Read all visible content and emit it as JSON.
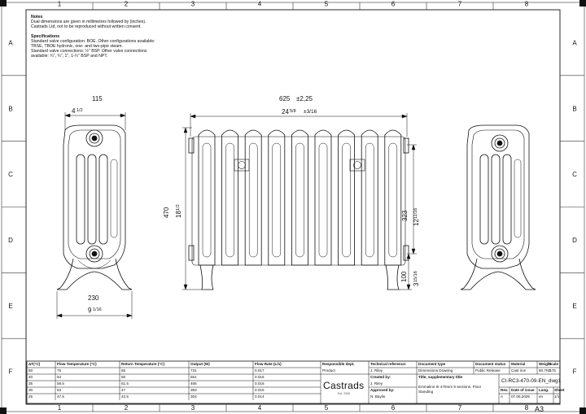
{
  "border": {
    "cols": [
      "1",
      "2",
      "3",
      "4",
      "5",
      "6",
      "7",
      "8"
    ],
    "rows": [
      "A",
      "B",
      "C",
      "D",
      "E",
      "F"
    ]
  },
  "notes": {
    "heading": "Notes",
    "lines": [
      "Dual dimensions are given in millimetres followed by (inches).",
      "Castrads Ltd, not to be reproduced without written consent."
    ],
    "spec_heading": "Specifications",
    "spec_lines": [
      "Standard valve configuration: BOE. Other configurations available:",
      "TBSE, TBOE hydronic, one- and two-pipe steam.",
      "Standard valve connections: ½\" BSP. Other valve connections",
      "available: ¼\", ¾\", 1\", 1-¼\" BSP and NPT."
    ]
  },
  "dimensions": {
    "side_width_mm": "115",
    "side_width_in_whole": "4",
    "side_width_in_frac": "1/2",
    "front_length_mm": "625",
    "front_length_tol_mm": "±2,25",
    "front_length_in_whole": "24",
    "front_length_in_frac": "5/8",
    "front_length_tol_in": "±3/16",
    "height_mm": "470",
    "height_in_whole": "18",
    "height_in_frac": "1/2",
    "centres_mm": "323",
    "centres_in_whole": "12",
    "centres_in_frac": "11/16",
    "floor_mm": "100",
    "floor_in_whole": "3",
    "floor_in_frac": "15/16",
    "depth_mm": "230",
    "depth_in_whole": "9",
    "depth_in_frac": "1/16"
  },
  "output_table": {
    "headers": [
      "ΔT(°C)",
      "Flow Temperature (°C)",
      "Return Temperature (°C)",
      "Output (W)",
      "Flow Rate (L/s)"
    ],
    "rows": [
      [
        "50",
        "75",
        "65",
        "731",
        "0.017"
      ],
      [
        "40",
        "64",
        "56",
        "551",
        "0.016"
      ],
      [
        "35",
        "58.5",
        "51.5",
        "465",
        "0.016"
      ],
      [
        "30",
        "53",
        "47",
        "383",
        "0.015"
      ],
      [
        "25",
        "47.5",
        "42.5",
        "304",
        "0.014"
      ]
    ]
  },
  "title_block": {
    "responsible_label": "Responsible dept.",
    "responsible_value": "Product",
    "tech_ref_label": "Technical reference:",
    "tech_ref_value": "J. Riley",
    "doc_type_label": "Document type",
    "doc_type_value": "Dimensions Drawing",
    "doc_status_label": "Document status",
    "doc_status_value": "Public Release",
    "material_label": "Material",
    "material_value": "Cast iron",
    "weight_label": "Weight",
    "weight_value": "60.7KG",
    "scale_label": "Scale",
    "scale_value": "0.75",
    "created_label": "Created by:",
    "created_value": "J. Riley",
    "approved_label": "Approved by:",
    "approved_value": "N. Baylis",
    "title_label": "Title, supplementary title",
    "title_value": "Emmaline III 470mm 9 sections, Floor Standing",
    "doc_number": "CI-RC3-470-09-EN_dwg1",
    "rev_label": "Rev.",
    "rev_value": "A",
    "issue_label": "Date of issue",
    "issue_value": "07.05.2025",
    "lang_label": "Lang.",
    "lang_value": "en",
    "sheet_label": "Sheet",
    "sheet_value": "1/1",
    "paper_size": "A3",
    "logo_text": "Castrads",
    "logo_sub": "Est. 2006"
  }
}
